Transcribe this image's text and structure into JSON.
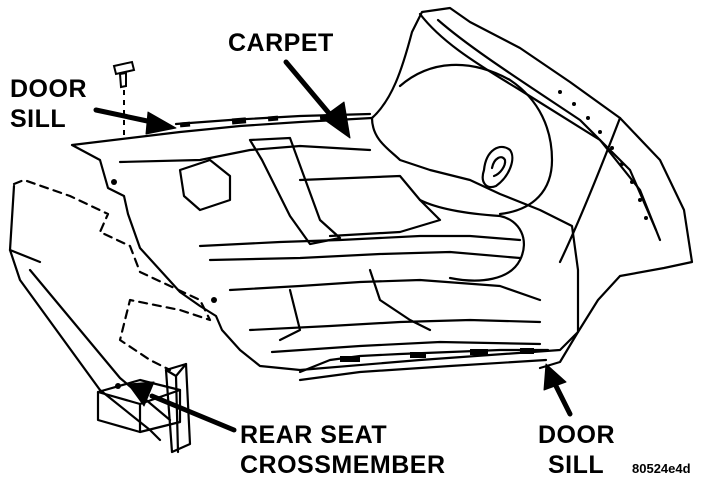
{
  "labels": {
    "carpet": "CARPET",
    "door_sill_left_line1": "DOOR",
    "door_sill_left_line2": "SILL",
    "door_sill_right_line1": "DOOR",
    "door_sill_right_line2": "SILL",
    "rear_seat_line1": "REAR SEAT",
    "rear_seat_line2": "CROSSMEMBER",
    "figure_code": "80524e4d"
  },
  "colors": {
    "ink": "#000000",
    "paper": "#ffffff"
  }
}
